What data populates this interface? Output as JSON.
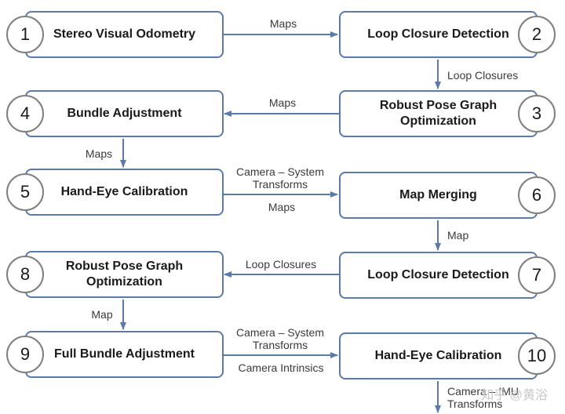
{
  "nodes": [
    {
      "num": "1",
      "label": "Stereo Visual Odometry"
    },
    {
      "num": "2",
      "label": "Loop Closure Detection"
    },
    {
      "num": "3",
      "label": "Robust Pose Graph\nOptimization"
    },
    {
      "num": "4",
      "label": "Bundle Adjustment"
    },
    {
      "num": "5",
      "label": "Hand-Eye Calibration"
    },
    {
      "num": "6",
      "label": "Map Merging"
    },
    {
      "num": "7",
      "label": "Loop Closure Detection"
    },
    {
      "num": "8",
      "label": "Robust Pose Graph\nOptimization"
    },
    {
      "num": "9",
      "label": "Full Bundle Adjustment"
    },
    {
      "num": "10",
      "label": "Hand-Eye Calibration"
    }
  ],
  "edges": [
    {
      "from": "1",
      "to": "2",
      "label": "Maps"
    },
    {
      "from": "2",
      "to": "3",
      "label": "Loop Closures"
    },
    {
      "from": "3",
      "to": "4",
      "label": "Maps"
    },
    {
      "from": "4",
      "to": "5",
      "label": "Maps"
    },
    {
      "from": "5",
      "to": "6",
      "label_top": "Camera – System\nTransforms",
      "label_bottom": "Maps"
    },
    {
      "from": "6",
      "to": "7",
      "label": "Map"
    },
    {
      "from": "7",
      "to": "8",
      "label": "Loop Closures"
    },
    {
      "from": "8",
      "to": "9",
      "label": "Map"
    },
    {
      "from": "9",
      "to": "10",
      "label_top": "Camera – System\nTransforms",
      "label_bottom": "Camera Intrinsics"
    },
    {
      "from": "10",
      "to": "",
      "label": "Camera – IMU\nTransforms"
    }
  ],
  "watermark": "知乎 @黄浴",
  "colors": {
    "box_border": "#5b7aa8",
    "circle_border": "#7f7f7f",
    "arrow": "#5b7aa8"
  }
}
